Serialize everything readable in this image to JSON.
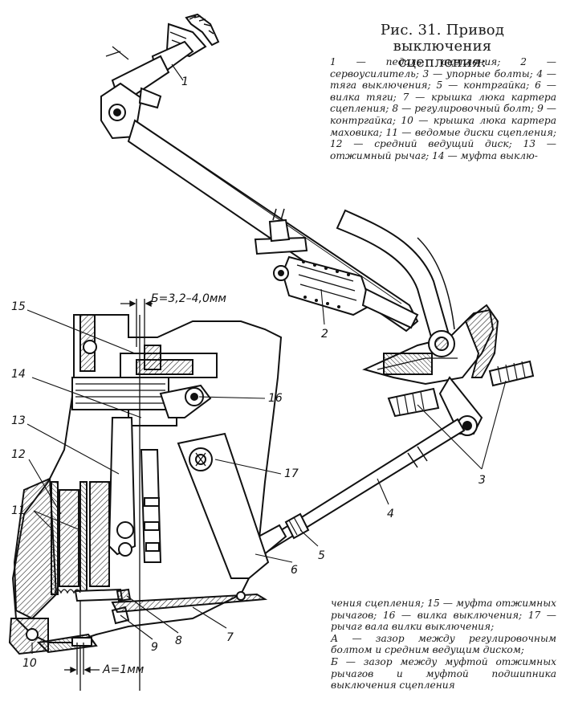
{
  "figure": {
    "title_line1": "Рис. 31. Привод выключения",
    "title_line2": "сцепления:",
    "legend_top": "1 — педаль сцепления; 2 — сервоусилитель; 3 — упорные болты; 4 — тяга выключения; 5 — контргайка; 6 — вилка тяги; 7 — крышка люка картера сцепления; 8 — регулировочный болт; 9 — контргайка; 10 — крышка люка картера маховика; 11 — ведомые диски сцепления; 12 — средний ведущий диск; 13 — отжимный рычаг; 14 — муфта выклю-",
    "legend_bottom_1": "чения сцепления; 15 — муфта отжимных рычагов; 16 — вилка выключения; 17 — рычаг вала вилки выключения;",
    "legend_bottom_2": "А — зазор между регулировочным болтом и средним ведущим диском;",
    "legend_bottom_3": "Б — зазор между муфтой отжимных рычагов и муфтой подшипника выключения сцепления"
  },
  "callouts": {
    "c1": "1",
    "c2": "2",
    "c3": "3",
    "c4": "4",
    "c5": "5",
    "c6": "6",
    "c7": "7",
    "c8": "8",
    "c9": "9",
    "c10": "10",
    "c11": "11",
    "c12": "12",
    "c13": "13",
    "c14": "14",
    "c15": "15",
    "c16": "16",
    "c17": "17"
  },
  "dimensions": {
    "b_gap": "Б=3,2–4,0мм",
    "a_gap": "А=1мм"
  }
}
